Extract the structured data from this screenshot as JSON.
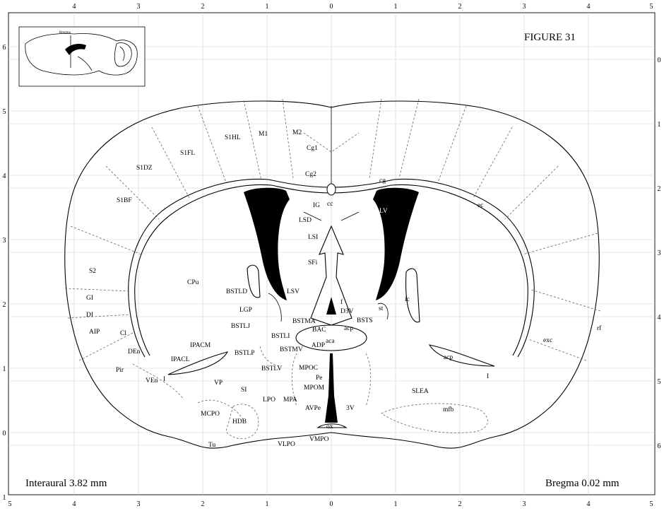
{
  "figure_label": "FIGURE 31",
  "interaural": "Interaural 3.82 mm",
  "bregma": "Bregma 0.02 mm",
  "inset": {
    "title": "Bregma"
  },
  "axes": {
    "top_ticks": [
      "4",
      "3",
      "2",
      "1",
      "0",
      "1",
      "2",
      "3",
      "4",
      "5"
    ],
    "bottom_ticks": [
      "5",
      "4",
      "3",
      "2",
      "1",
      "0",
      "1",
      "2",
      "3",
      "4",
      "5"
    ],
    "left_ticks": [
      "6",
      "5",
      "4",
      "3",
      "2",
      "1",
      "0",
      "1"
    ],
    "right_ticks": [
      "0",
      "1",
      "2",
      "3",
      "4",
      "5",
      "6"
    ]
  },
  "regions": {
    "S1HL": "S1HL",
    "M1": "M1",
    "M2": "M2",
    "S1FL": "S1FL",
    "Cg1": "Cg1",
    "S1DZ": "S1DZ",
    "Cg2": "Cg2",
    "cg": "cg",
    "S1BF": "S1BF",
    "IG": "IG",
    "cc": "cc",
    "ec": "ec",
    "LSD": "LSD",
    "LV": "LV",
    "LSI": "LSI",
    "S2": "S2",
    "SFi": "SFi",
    "CPu": "CPu",
    "BSTLD": "BSTLD",
    "LSV": "LSV",
    "GI": "GI",
    "f": "f",
    "ic": "ic",
    "D3V": "D3V",
    "st": "st",
    "LGP": "LGP",
    "DI": "DI",
    "BSTMA": "BSTMA",
    "BSTS": "BSTS",
    "BSTLJ": "BSTLJ",
    "BAC": "BAC",
    "acp_top": "acp",
    "rf": "rf",
    "AIP": "AIP",
    "Cl": "Cl",
    "BSTLI": "BSTLI",
    "aca": "aca",
    "exc": "exc",
    "IPACM": "IPACM",
    "ADP": "ADP",
    "BSTMV": "BSTMV",
    "DEn": "DEn",
    "BSTLP": "BSTLP",
    "acp_right": "acp",
    "IPACL": "IPACL",
    "MPOC": "MPOC",
    "Pir": "Pir",
    "BSTLV": "BSTLV",
    "Pe": "Pe",
    "VEn": "VEn",
    "I_left": "I",
    "I_right": "I",
    "VP": "VP",
    "MPOM": "MPOM",
    "SLEA": "SLEA",
    "SI": "SI",
    "LPO": "LPO",
    "MPA": "MPA",
    "AVPe": "AVPe",
    "3V": "3V",
    "mfb": "mfb",
    "MCPO": "MCPO",
    "HDB": "HDB",
    "ox": "ox",
    "Tu": "Tu",
    "VLPO": "VLPO",
    "VMPO": "VMPO"
  }
}
